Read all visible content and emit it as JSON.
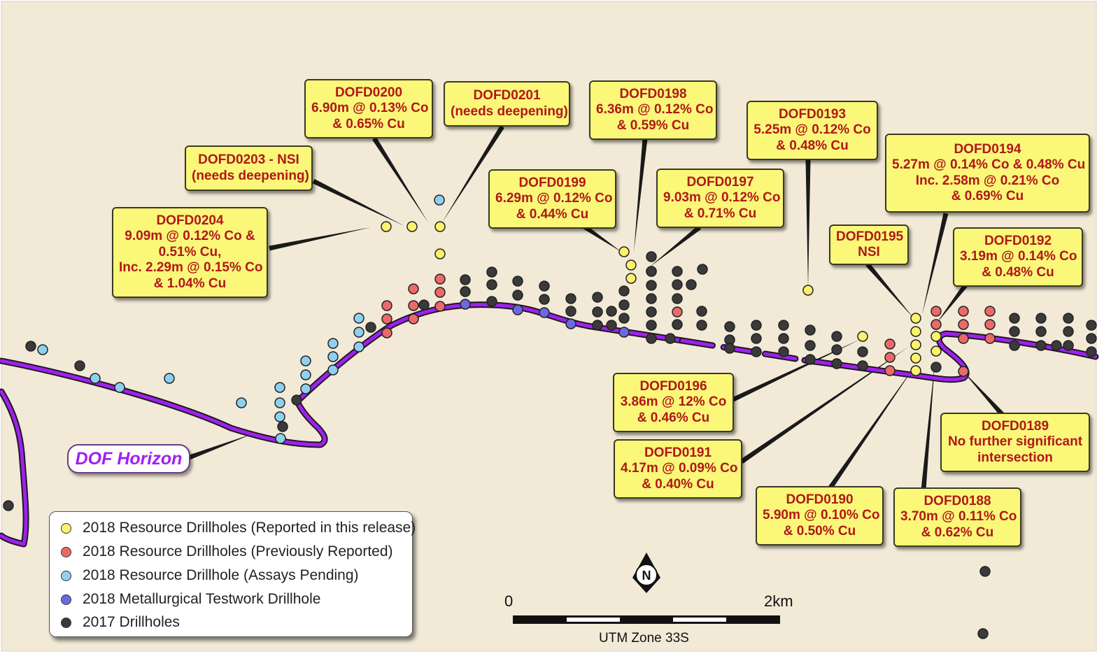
{
  "horizon_label": "DOF  Horizon",
  "colors": {
    "background": "#f2ead7",
    "horizon": "#a020f0",
    "callout_fill": "#fbf779",
    "callout_text": "#b01818",
    "yellow_hole": "#fbf46a",
    "red_hole": "#ea6a6a",
    "cyan_hole": "#8fd0f0",
    "blue_hole": "#6a6ae0",
    "black_hole": "#3a3a3a"
  },
  "callouts": [
    {
      "id": "dofd0204",
      "lines": [
        "DOFD0204",
        "9.09m @ 0.12% Co &",
        "0.51% Cu,",
        "Inc. 2.29m @ 0.15% Co",
        "& 1.04% Cu"
      ]
    },
    {
      "id": "dofd0203",
      "lines": [
        "DOFD0203 - NSI",
        "(needs deepening)"
      ]
    },
    {
      "id": "dofd0200",
      "lines": [
        "DOFD0200",
        "6.90m @ 0.13% Co",
        "& 0.65% Cu"
      ]
    },
    {
      "id": "dofd0201",
      "lines": [
        "DOFD0201",
        "(needs deepening)"
      ]
    },
    {
      "id": "dofd0199",
      "lines": [
        "DOFD0199",
        "6.29m @ 0.12% Co",
        "& 0.44% Cu"
      ]
    },
    {
      "id": "dofd0198",
      "lines": [
        "DOFD0198",
        "6.36m @ 0.12% Co",
        "& 0.59% Cu"
      ]
    },
    {
      "id": "dofd0197",
      "lines": [
        "DOFD0197",
        "9.03m @ 0.12% Co",
        "& 0.71% Cu"
      ]
    },
    {
      "id": "dofd0193",
      "lines": [
        "DOFD0193",
        "5.25m @ 0.12% Co",
        "& 0.48% Cu"
      ]
    },
    {
      "id": "dofd0194",
      "lines": [
        "DOFD0194",
        "5.27m @ 0.14% Co & 0.48% Cu",
        "Inc. 2.58m @ 0.21% Co",
        "& 0.69% Cu"
      ]
    },
    {
      "id": "dofd0195",
      "lines": [
        "DOFD0195",
        "NSI"
      ]
    },
    {
      "id": "dofd0192",
      "lines": [
        "DOFD0192",
        "3.19m @ 0.14% Co",
        "& 0.48% Cu"
      ]
    },
    {
      "id": "dofd0196",
      "lines": [
        "DOFD0196",
        "3.86m @ 12% Co",
        "& 0.46% Cu"
      ]
    },
    {
      "id": "dofd0191",
      "lines": [
        "DOFD0191",
        "4.17m @ 0.09% Co",
        "& 0.40% Cu"
      ]
    },
    {
      "id": "dofd0189",
      "lines": [
        "DOFD0189",
        "No further significant",
        "intersection"
      ]
    },
    {
      "id": "dofd0190",
      "lines": [
        "DOFD0190",
        "5.90m @ 0.10% Co",
        "& 0.50% Cu"
      ]
    },
    {
      "id": "dofd0188",
      "lines": [
        "DOFD0188",
        "3.70m @ 0.11% Co",
        "& 0.62% Cu"
      ]
    }
  ],
  "legend": [
    {
      "label": "2018 Resource Drillholes (Reported in this release)",
      "color": "#fbf46a"
    },
    {
      "label": "2018 Resource Drillholes (Previously Reported)",
      "color": "#ea6a6a"
    },
    {
      "label": "2018 Resource Drillhole (Assays Pending)",
      "color": "#8fd0f0"
    },
    {
      "label": "2018 Metallurgical Testwork Drillhole",
      "color": "#6a6ae0"
    },
    {
      "label": "2017 Drillholes",
      "color": "#3a3a3a"
    }
  ],
  "north_arrow": "N",
  "scale": {
    "start": "0",
    "end": "2km",
    "zone": "UTM Zone 33S"
  }
}
